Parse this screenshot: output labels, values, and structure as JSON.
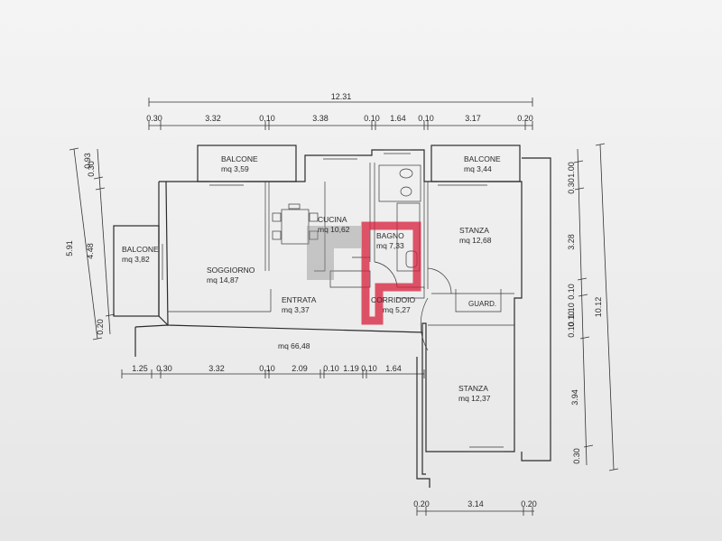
{
  "top_dims": {
    "total": "12.31",
    "segments": [
      "0.30",
      "3.32",
      "0.10",
      "3.38",
      "0.10",
      "1.64",
      "0.10",
      "3.17",
      "0.20"
    ]
  },
  "left_dims": {
    "total": "5.91",
    "parts": [
      "0.30",
      "0.93",
      "4.48",
      "0.20"
    ]
  },
  "right_dims": {
    "total": "10.12",
    "parts": [
      "0.30",
      "1.00",
      "3.28",
      "0.10",
      "0.10",
      "1.10",
      "0.10",
      "3.94",
      "0.30"
    ]
  },
  "bottom_inner_dims": [
    "1.25",
    "0.30",
    "3.32",
    "0.10",
    "2.09",
    "0.10",
    "1.19",
    "0.10",
    "1.64"
  ],
  "bottom_outer_dims": [
    "0.20",
    "3.14",
    "0.20"
  ],
  "rooms": {
    "balcone_top_left": {
      "name": "BALCONE",
      "area": "mq 3,59"
    },
    "balcone_top_right": {
      "name": "BALCONE",
      "area": "mq 3,44"
    },
    "balcone_left": {
      "name": "BALCONE",
      "area": "mq 3,82"
    },
    "cucina": {
      "name": "CUCINA",
      "area": "mq 10,62"
    },
    "bagno": {
      "name": "BAGNO",
      "area": "mq 7,33"
    },
    "stanza_1": {
      "name": "STANZA",
      "area": "mq 12,68"
    },
    "soggiorno": {
      "name": "SOGGIORNO",
      "area": "mq 14,87"
    },
    "entrata": {
      "name": "ENTRATA",
      "area": "mq 3,37"
    },
    "corridoio": {
      "name": "CORRIDOIO",
      "area": "mq 5,27"
    },
    "guard": {
      "name": "GUARD."
    },
    "stanza_2": {
      "name": "STANZA",
      "area": "mq 12,37"
    }
  },
  "total_area": "mq 66,48",
  "watermark_color": "#d81e3a"
}
